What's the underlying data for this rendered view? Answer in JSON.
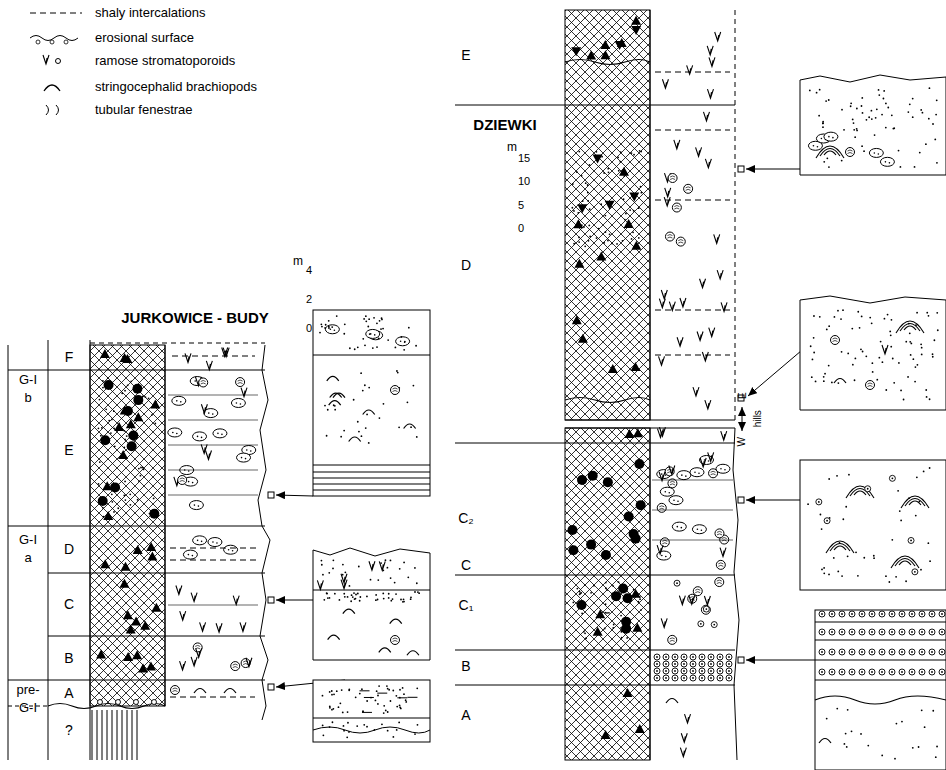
{
  "diagram": {
    "labels": [
      "JURKOWICE - BUDY",
      "m",
      "4",
      "2",
      "0",
      "F",
      "E",
      "D",
      "C",
      "B",
      "A",
      "?",
      "G-I",
      "b",
      "G-I",
      "a",
      "pre-",
      "G-I",
      "DZIEWKI",
      "m",
      "15",
      "10",
      "5",
      "0",
      "E",
      "D",
      "C₂",
      "C",
      "C₁",
      "B",
      "A",
      "E",
      "W",
      "hills"
    ],
    "legend": [
      {
        "text": "shaly intercalations"
      },
      {
        "text": "erosional surface"
      },
      {
        "text": "ramose stromatoporoids"
      },
      {
        "text": "stringocephalid brachiopods"
      },
      {
        "text": "tubular fenestrae"
      }
    ]
  }
}
